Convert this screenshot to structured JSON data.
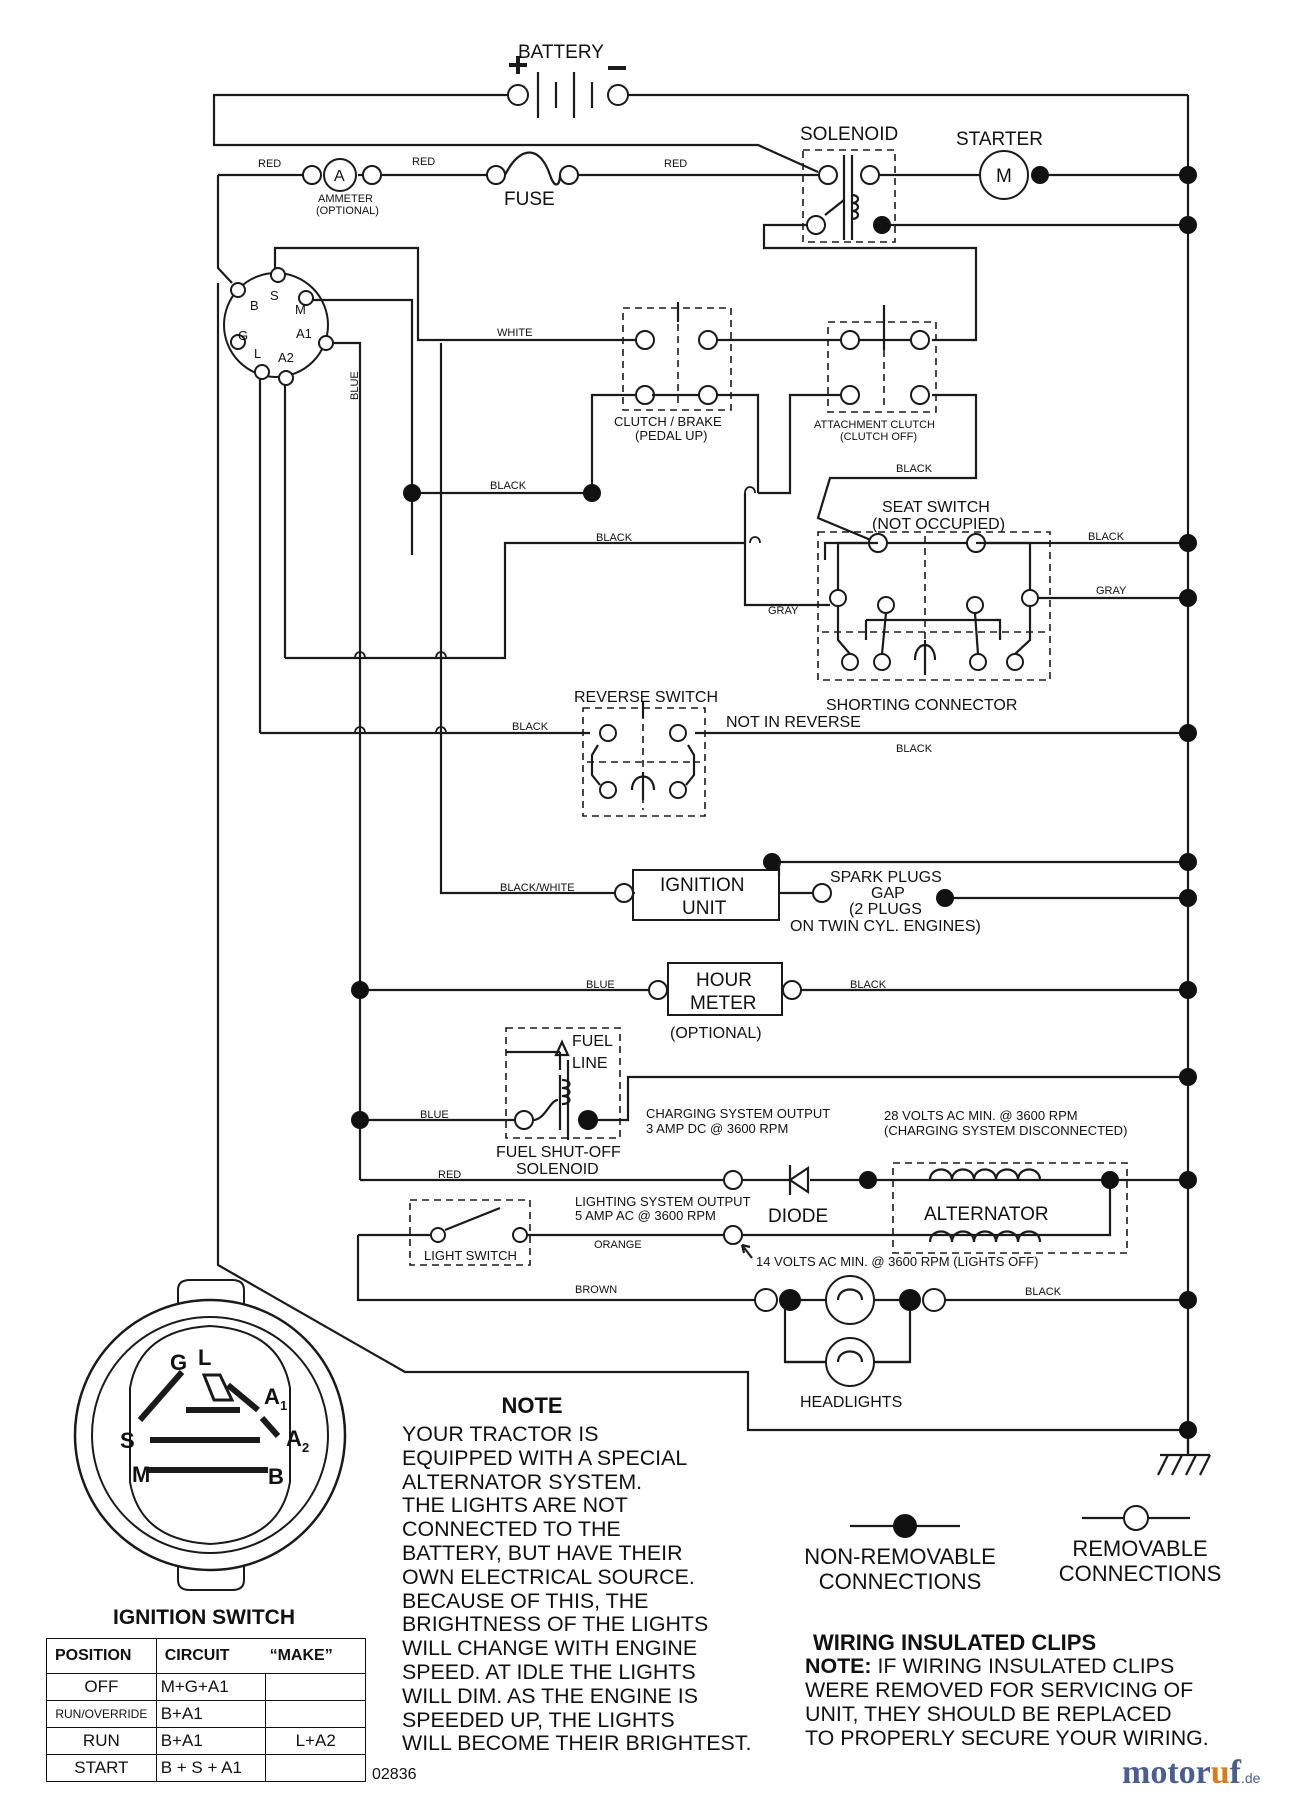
{
  "labels": {
    "battery": "BATTERY",
    "solenoid": "SOLENOID",
    "starter": "STARTER",
    "starter_m": "M",
    "ammeter_a": "A",
    "ammeter": "AMMETER",
    "ammeter_optional": "(OPTIONAL)",
    "fuse": "FUSE",
    "red": "RED",
    "white": "WHITE",
    "blue": "BLUE",
    "black": "BLACK",
    "gray": "GRAY",
    "black_white": "BLACK/WHITE",
    "orange": "ORANGE",
    "brown": "BROWN",
    "switch_b": "B",
    "switch_s": "S",
    "switch_m": "M",
    "switch_g": "G",
    "switch_l": "L",
    "switch_a1": "A1",
    "switch_a2": "A2",
    "clutch_brake": "CLUTCH / BRAKE",
    "pedal_up": "(PEDAL UP)",
    "attachment_clutch": "ATTACHMENT CLUTCH",
    "clutch_off": "(CLUTCH OFF)",
    "seat_switch": "SEAT SWITCH",
    "not_occupied": "(NOT OCCUPIED)",
    "shorting_connector": "SHORTING CONNECTOR",
    "reverse_switch": "REVERSE SWITCH",
    "not_in_reverse": "NOT IN REVERSE",
    "ignition_unit_1": "IGNITION",
    "ignition_unit_2": "UNIT",
    "spark_1": "SPARK PLUGS",
    "spark_2": "GAP",
    "spark_3": "(2 PLUGS",
    "spark_4": "ON TWIN CYL. ENGINES)",
    "hour_meter_1": "HOUR",
    "hour_meter_2": "METER",
    "hour_meter_optional": "(OPTIONAL)",
    "fuel_1": "FUEL",
    "fuel_2": "LINE",
    "fuel_solenoid_1": "FUEL SHUT-OFF",
    "fuel_solenoid_2": "SOLENOID",
    "charging_1": "CHARGING SYSTEM OUTPUT",
    "charging_2": "3 AMP DC @ 3600 RPM",
    "volts28_1": "28 VOLTS AC MIN. @ 3600 RPM",
    "volts28_2": "(CHARGING SYSTEM DISCONNECTED)",
    "lighting_1": "LIGHTING SYSTEM OUTPUT",
    "lighting_2": "5 AMP AC @ 3600 RPM",
    "diode": "DIODE",
    "alternator": "ALTERNATOR",
    "light_switch": "LIGHT SWITCH",
    "volts14": "14 VOLTS AC MIN. @ 3600 RPM (LIGHTS OFF)",
    "headlights": "HEADLIGHTS",
    "ign_face_g": "G",
    "ign_face_l": "L",
    "ign_face_a1": "A",
    "ign_face_a1_sub": "1",
    "ign_face_s": "S",
    "ign_face_a2": "A",
    "ign_face_a2_sub": "2",
    "ign_face_m": "M",
    "ign_face_b": "B"
  },
  "note": {
    "title": "NOTE",
    "body": "YOUR TRACTOR IS\nEQUIPPED WITH A SPECIAL\nALTERNATOR SYSTEM.\nTHE LIGHTS ARE NOT\nCONNECTED TO THE\nBATTERY, BUT HAVE THEIR\nOWN ELECTRICAL SOURCE.\nBECAUSE OF THIS, THE\nBRIGHTNESS OF THE LIGHTS\nWILL CHANGE WITH ENGINE\nSPEED.  AT IDLE THE LIGHTS\nWILL DIM.  AS THE ENGINE IS\nSPEEDED UP, THE LIGHTS\nWILL BECOME THEIR BRIGHTEST."
  },
  "legend": {
    "non_removable": "NON-REMOVABLE\nCONNECTIONS",
    "removable": "REMOVABLE\nCONNECTIONS"
  },
  "clips": {
    "title": "WIRING INSULATED CLIPS",
    "note_label": "NOTE:",
    "note_text": " IF WIRING INSULATED CLIPS\nWERE REMOVED FOR SERVICING OF\n UNIT, THEY SHOULD BE REPLACED\n TO PROPERLY SECURE YOUR WIRING."
  },
  "ignition_switch": {
    "title": "IGNITION SWITCH",
    "headers": [
      "POSITION",
      "CIRCUIT",
      "“MAKE”"
    ],
    "rows": [
      {
        "position": "OFF",
        "c1": "M+G+A1",
        "c2": ""
      },
      {
        "position": "RUN/OVERRIDE",
        "c1": "B+A1",
        "c2": ""
      },
      {
        "position": "RUN",
        "c1": "B+A1",
        "c2": "L+A2"
      },
      {
        "position": "START",
        "c1": "B + S + A1",
        "c2": ""
      }
    ]
  },
  "doc_code": "02836",
  "watermark": {
    "pre": "motor",
    "o": "u",
    "post": "f",
    "tld": ".de"
  }
}
